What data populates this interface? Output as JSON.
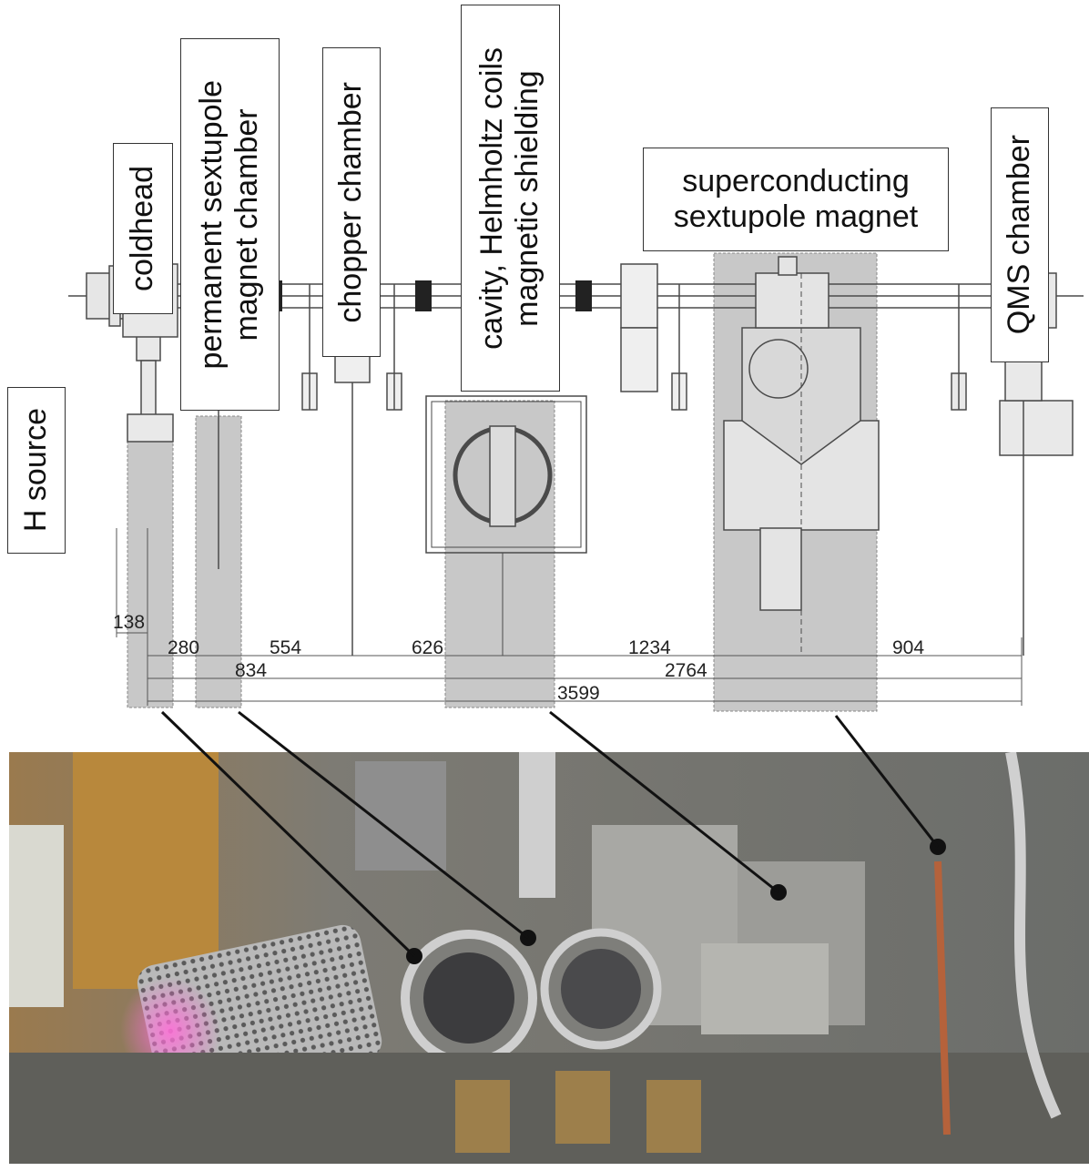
{
  "labels": {
    "h_source": "H source",
    "coldhead": "coldhead",
    "permanent_sextupole_line1": "permanent sextupole",
    "permanent_sextupole_line2": "magnet chamber",
    "chopper": "chopper chamber",
    "cavity_line1": "cavity, Helmholtz coils",
    "cavity_line2": "magnetic shielding",
    "superconducting_line1": "superconducting",
    "superconducting_line2": "sextupole magnet",
    "qms": "QMS chamber"
  },
  "dimensions": {
    "d138": "138",
    "d280": "280",
    "d554": "554",
    "d626": "626",
    "d1234": "1234",
    "d904": "904",
    "d834": "834",
    "d2764": "2764",
    "d3599": "3599"
  },
  "colors": {
    "highlight": "#c8c8c8",
    "drawing_line": "#4a4a4a",
    "text": "#111111"
  }
}
